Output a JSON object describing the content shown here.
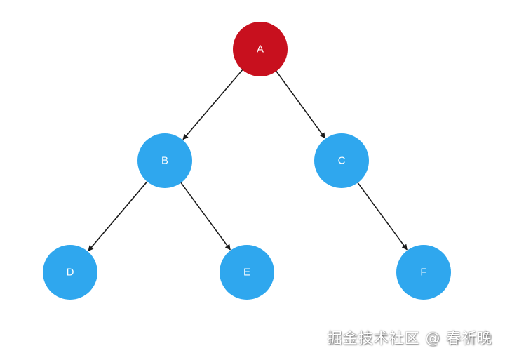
{
  "diagram": {
    "type": "binary-tree",
    "colors": {
      "root": "#c8101e",
      "node": "#2fa7ee",
      "edge": "#1a1a1a",
      "label": "#ffffff"
    },
    "nodes": [
      {
        "id": "A",
        "label": "A",
        "role": "root"
      },
      {
        "id": "B",
        "label": "B",
        "role": "node"
      },
      {
        "id": "C",
        "label": "C",
        "role": "node"
      },
      {
        "id": "D",
        "label": "D",
        "role": "node"
      },
      {
        "id": "E",
        "label": "E",
        "role": "node"
      },
      {
        "id": "F",
        "label": "F",
        "role": "node"
      }
    ],
    "edges": [
      {
        "from": "A",
        "to": "B"
      },
      {
        "from": "A",
        "to": "C"
      },
      {
        "from": "B",
        "to": "D"
      },
      {
        "from": "B",
        "to": "E"
      },
      {
        "from": "C",
        "to": "F"
      }
    ]
  },
  "watermark": {
    "text": "掘金技术社区 @ 春祈晚"
  }
}
